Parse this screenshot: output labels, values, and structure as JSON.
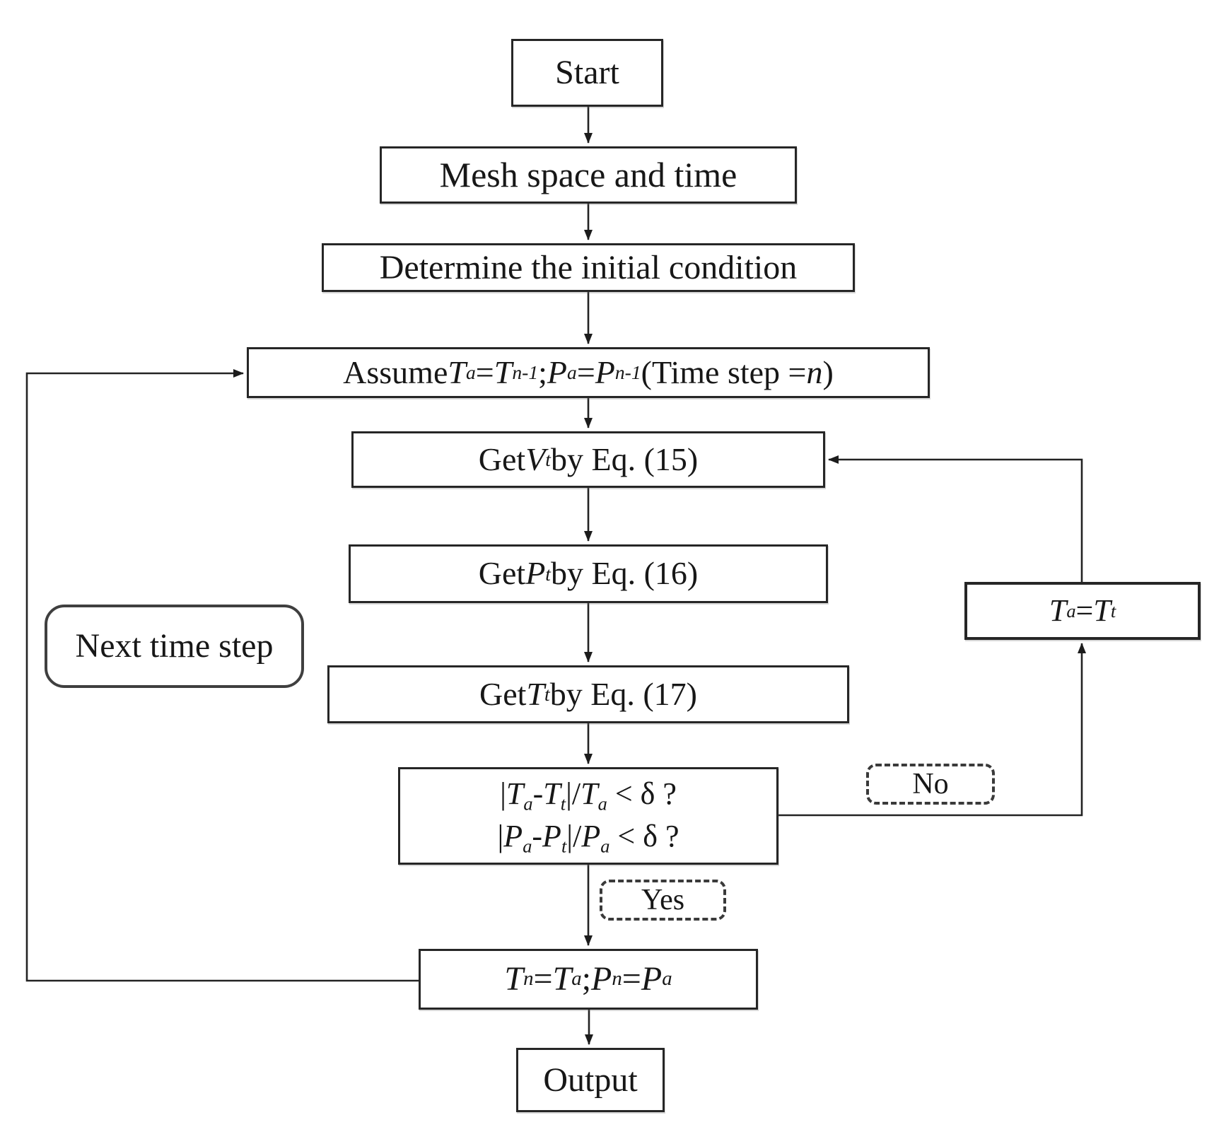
{
  "figure": {
    "type": "flowchart",
    "colors": {
      "ink": "#232323",
      "box_border": "#262626",
      "background": "#ffffff"
    }
  },
  "flowchart": {
    "nodes": {
      "start": {
        "label": [
          {
            "t": "Start"
          }
        ]
      },
      "mesh": {
        "label": [
          {
            "t": "Mesh space and time"
          }
        ]
      },
      "determine": {
        "label": [
          {
            "t": "Determine the initial condition"
          }
        ]
      },
      "assume": {
        "label": [
          {
            "t": "Assume "
          },
          {
            "t": "T",
            "s": "i"
          },
          {
            "t": "a",
            "s": "sub"
          },
          {
            "t": " = "
          },
          {
            "t": "T",
            "s": "i"
          },
          {
            "t": "n-1",
            "s": "sub"
          },
          {
            "t": "; "
          },
          {
            "t": "P",
            "s": "i"
          },
          {
            "t": "a",
            "s": "sub"
          },
          {
            "t": " = "
          },
          {
            "t": "P",
            "s": "i"
          },
          {
            "t": "n-1",
            "s": "sub"
          },
          {
            "t": " (Time step = "
          },
          {
            "t": "n",
            "s": "i"
          },
          {
            "t": ")"
          }
        ]
      },
      "get_v": {
        "label": [
          {
            "t": "Get "
          },
          {
            "t": "V",
            "s": "i"
          },
          {
            "t": "t",
            "s": "sub"
          },
          {
            "t": " by Eq. (15)"
          }
        ]
      },
      "get_p": {
        "label": [
          {
            "t": "Get "
          },
          {
            "t": "P",
            "s": "i"
          },
          {
            "t": "t",
            "s": "sub"
          },
          {
            "t": " by Eq. (16)"
          }
        ]
      },
      "get_t": {
        "label": [
          {
            "t": "Get "
          },
          {
            "t": "T",
            "s": "i"
          },
          {
            "t": "t",
            "s": "sub"
          },
          {
            "t": " by Eq. (17)"
          }
        ]
      },
      "decision": {
        "line1": [
          {
            "t": "|"
          },
          {
            "t": "T",
            "s": "i"
          },
          {
            "t": "a",
            "s": "sub"
          },
          {
            "t": "-"
          },
          {
            "t": "T",
            "s": "i"
          },
          {
            "t": "t",
            "s": "sub"
          },
          {
            "t": "|/"
          },
          {
            "t": "T",
            "s": "i"
          },
          {
            "t": "a",
            "s": "sub"
          },
          {
            "t": " < δ ?"
          }
        ],
        "line2": [
          {
            "t": "|"
          },
          {
            "t": "P",
            "s": "i"
          },
          {
            "t": "a",
            "s": "sub"
          },
          {
            "t": "-"
          },
          {
            "t": "P",
            "s": "i"
          },
          {
            "t": "t",
            "s": "sub"
          },
          {
            "t": "|/"
          },
          {
            "t": "P",
            "s": "i"
          },
          {
            "t": "a",
            "s": "sub"
          },
          {
            "t": " < δ ?"
          }
        ]
      },
      "yes_label": {
        "label": [
          {
            "t": "Yes"
          }
        ]
      },
      "no_label": {
        "label": [
          {
            "t": "No"
          }
        ]
      },
      "update": {
        "label": [
          {
            "t": "T",
            "s": "i"
          },
          {
            "t": "a",
            "s": "sub"
          },
          {
            "t": " = "
          },
          {
            "t": "T",
            "s": "i"
          },
          {
            "t": "t",
            "s": "sub"
          }
        ]
      },
      "assign": {
        "label": [
          {
            "t": "T",
            "s": "i"
          },
          {
            "t": "n",
            "s": "sub"
          },
          {
            "t": " = "
          },
          {
            "t": "T",
            "s": "i"
          },
          {
            "t": "a",
            "s": "sub"
          },
          {
            "t": "; "
          },
          {
            "t": "P",
            "s": "i"
          },
          {
            "t": "n",
            "s": "sub"
          },
          {
            "t": " = "
          },
          {
            "t": "P",
            "s": "i"
          },
          {
            "t": "a",
            "s": "sub"
          }
        ]
      },
      "output": {
        "label": [
          {
            "t": "Output"
          }
        ]
      },
      "next_step": {
        "label": [
          {
            "t": "Next time step"
          }
        ]
      }
    }
  }
}
